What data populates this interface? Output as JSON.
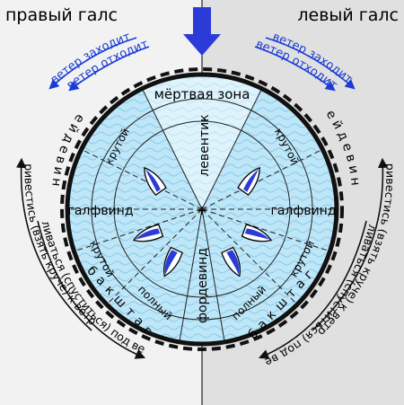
{
  "header": {
    "starboard_tack": "правый галс",
    "port_tack": "левый галс"
  },
  "wind_shifts": {
    "veering": "ветер заходит",
    "backing": "ветер отходит"
  },
  "zones": {
    "dead_zone": "мёртвая зона",
    "levantik": "левентик",
    "close_hauled": "бейдевинд",
    "steep": "крутой",
    "beam_reach": "галфвинд",
    "broad_reach": "бакштаг",
    "full": "полный",
    "running": "фордевинд"
  },
  "maneuvers": {
    "luff_up": "привестись (взять круче) к ветру",
    "bear_away": "уваливаться (спуститься) под ветер"
  },
  "colors": {
    "wind_arrow": "#2a3bd8",
    "blue_text": "#1a3bd6",
    "water": "#bfe6f7",
    "dead_zone": "#dff3fb",
    "left_background": "#f2f2f2",
    "right_background": "#e0e0e0",
    "rim": "#111111"
  }
}
